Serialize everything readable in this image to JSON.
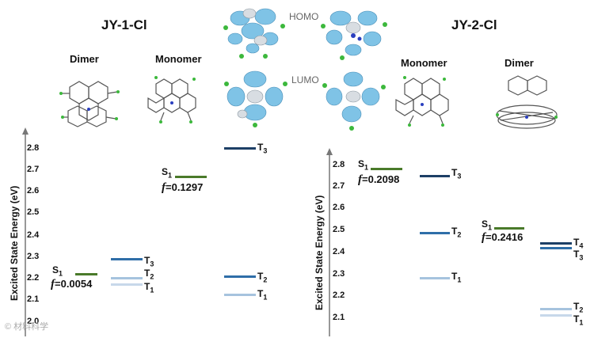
{
  "left": {
    "title": "JY-1-Cl",
    "dimer_label": "Dimer",
    "monomer_label": "Monomer",
    "axis_label": "Excited State Energy (eV)",
    "ticks": [
      "2.8",
      "2.7",
      "2.6",
      "2.5",
      "2.4",
      "2.3",
      "2.2",
      "2.1",
      "2.0"
    ],
    "dimer_f": "=0.0054",
    "monomer_f": "=0.1297"
  },
  "right": {
    "title": "JY-2-Cl",
    "monomer_label": "Monomer",
    "dimer_label": "Dimer",
    "axis_label": "Excited State Energy (eV)",
    "ticks": [
      "2.8",
      "2.7",
      "2.6",
      "2.5",
      "2.4",
      "2.3",
      "2.2",
      "2.1"
    ],
    "monomer_f": "=0.2098",
    "dimer_f": "=0.2416"
  },
  "orbitals": {
    "homo": "HOMO",
    "lumo": "LUMO"
  },
  "state_labels": {
    "S": "S",
    "T": "T",
    "f_symbol": "f",
    "one": "1",
    "two": "2",
    "three": "3",
    "four": "4"
  },
  "colors": {
    "singlet": "#4a7a2a",
    "T1": "#a6c3de",
    "T2": "#2f6ea8",
    "T3": "#1d3f66"
  },
  "watermark": "© 材料科学"
}
